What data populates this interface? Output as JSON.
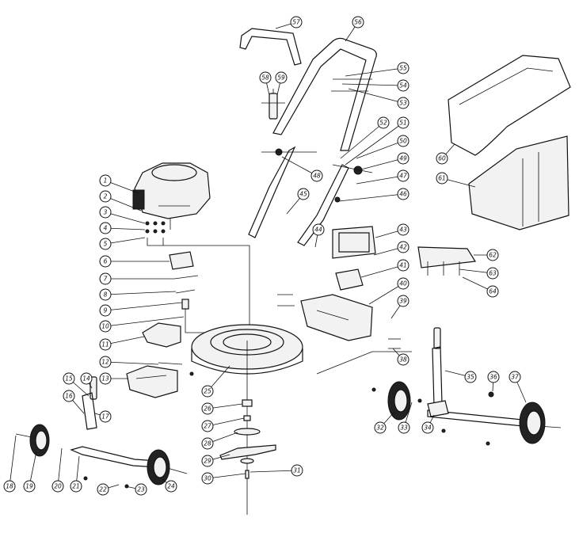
{
  "callouts": [
    "1",
    "2",
    "3",
    "4",
    "5",
    "6",
    "7",
    "8",
    "9",
    "10",
    "11",
    "12",
    "13",
    "14",
    "15",
    "16",
    "17",
    "18",
    "19",
    "20",
    "21",
    "22",
    "23",
    "24",
    "25",
    "26",
    "27",
    "28",
    "29",
    "30",
    "31",
    "32",
    "33",
    "34",
    "35",
    "36",
    "37",
    "38",
    "39",
    "40",
    "41",
    "42",
    "43",
    "44",
    "45",
    "46",
    "47",
    "48",
    "49",
    "50",
    "51",
    "52",
    "53",
    "54",
    "55",
    "56",
    "57",
    "58",
    "59",
    "60",
    "61",
    "62",
    "63",
    "64"
  ],
  "colors": {
    "line": "#111111",
    "fill": "#f2f2f2",
    "dark": "#222222"
  }
}
